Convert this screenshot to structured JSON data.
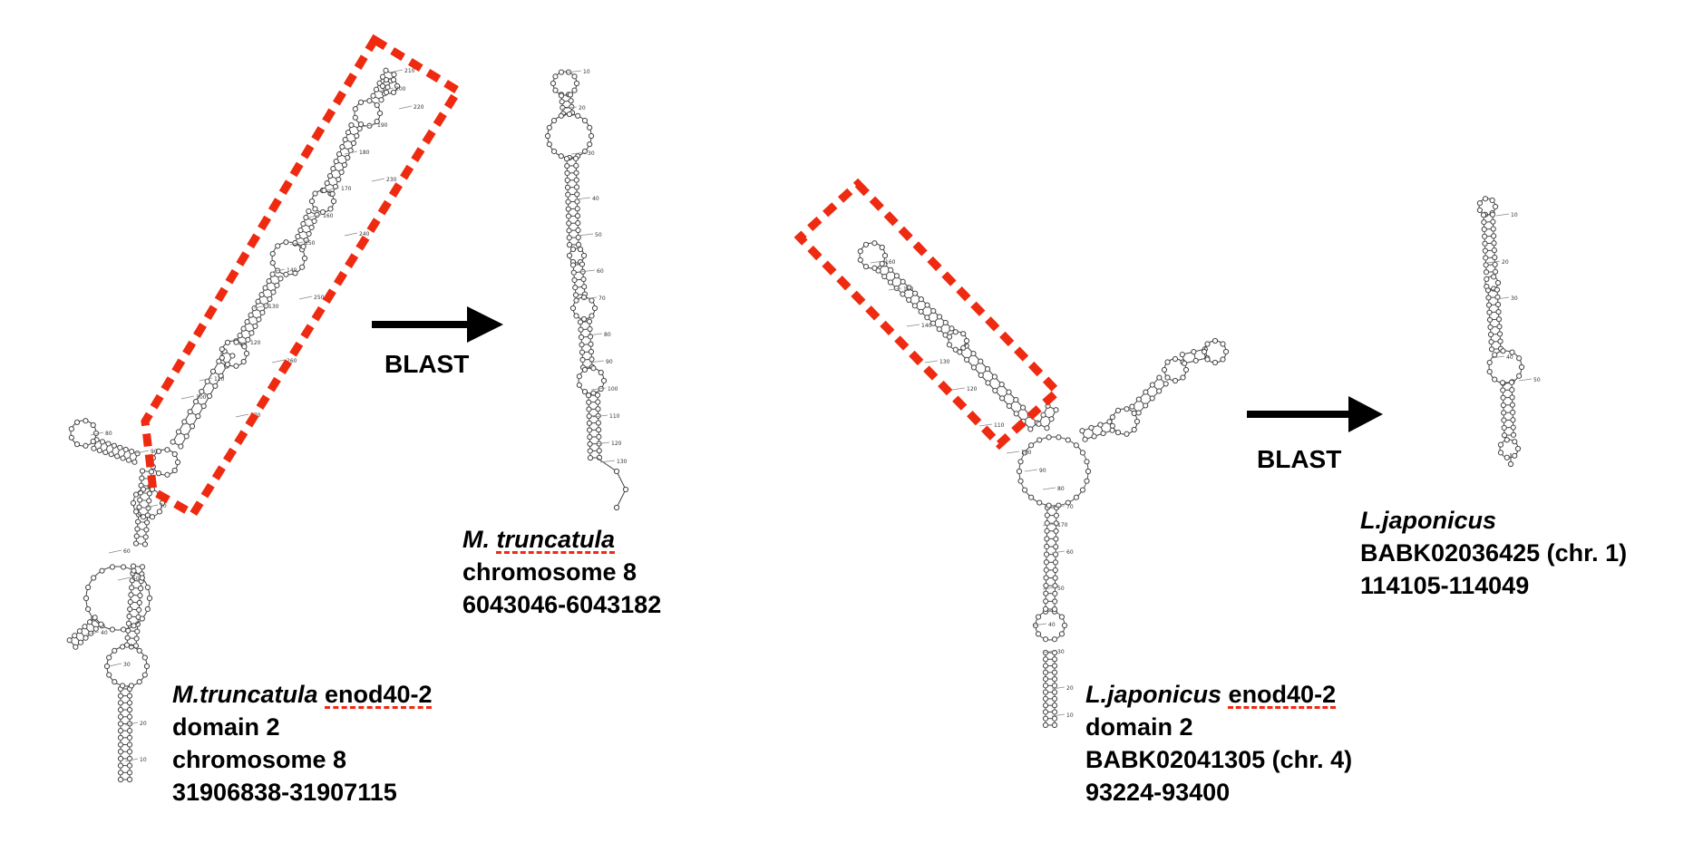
{
  "colors": {
    "highlight": "#ee2a10",
    "arrow": "#000000",
    "rna": "#444444"
  },
  "arrows": [
    {
      "label": "BLAST"
    },
    {
      "label": "BLAST"
    }
  ],
  "labels": {
    "mt_query": {
      "species": "M.truncatula",
      "gene": "enod40-2",
      "lines": [
        "domain 2",
        "chromosome 8",
        "31906838-31907115"
      ]
    },
    "mt_hit": {
      "species_a": "M.",
      "species_b": "truncatula",
      "lines": [
        "chromosome 8",
        "6043046-6043182"
      ]
    },
    "lj_query": {
      "species": "L.japonicus",
      "gene": "enod40-2",
      "lines": [
        "domain 2",
        "BABK02041305 (chr. 4)",
        "93224-93400"
      ]
    },
    "lj_hit": {
      "species": "L.japonicus",
      "lines": [
        "BABK02036425 (chr. 1)",
        "114105-114049"
      ]
    }
  },
  "position_markers": {
    "mt_query": [
      "10",
      "20",
      "30",
      "40",
      "50",
      "60",
      "70",
      "80",
      "90",
      "100",
      "110",
      "120",
      "130",
      "140",
      "150",
      "160",
      "170",
      "180",
      "190",
      "200",
      "210",
      "220",
      "230",
      "240",
      "250",
      "260",
      "270"
    ],
    "mt_hit": [
      "10",
      "20",
      "30",
      "40",
      "50",
      "60",
      "70",
      "80",
      "90",
      "100",
      "110",
      "120",
      "130"
    ],
    "lj_query": [
      "10",
      "20",
      "30",
      "40",
      "50",
      "60",
      "70",
      "80",
      "90",
      "100",
      "110",
      "120",
      "130",
      "140",
      "150",
      "160",
      "170"
    ],
    "lj_hit": [
      "10",
      "20",
      "30",
      "40",
      "50"
    ]
  }
}
